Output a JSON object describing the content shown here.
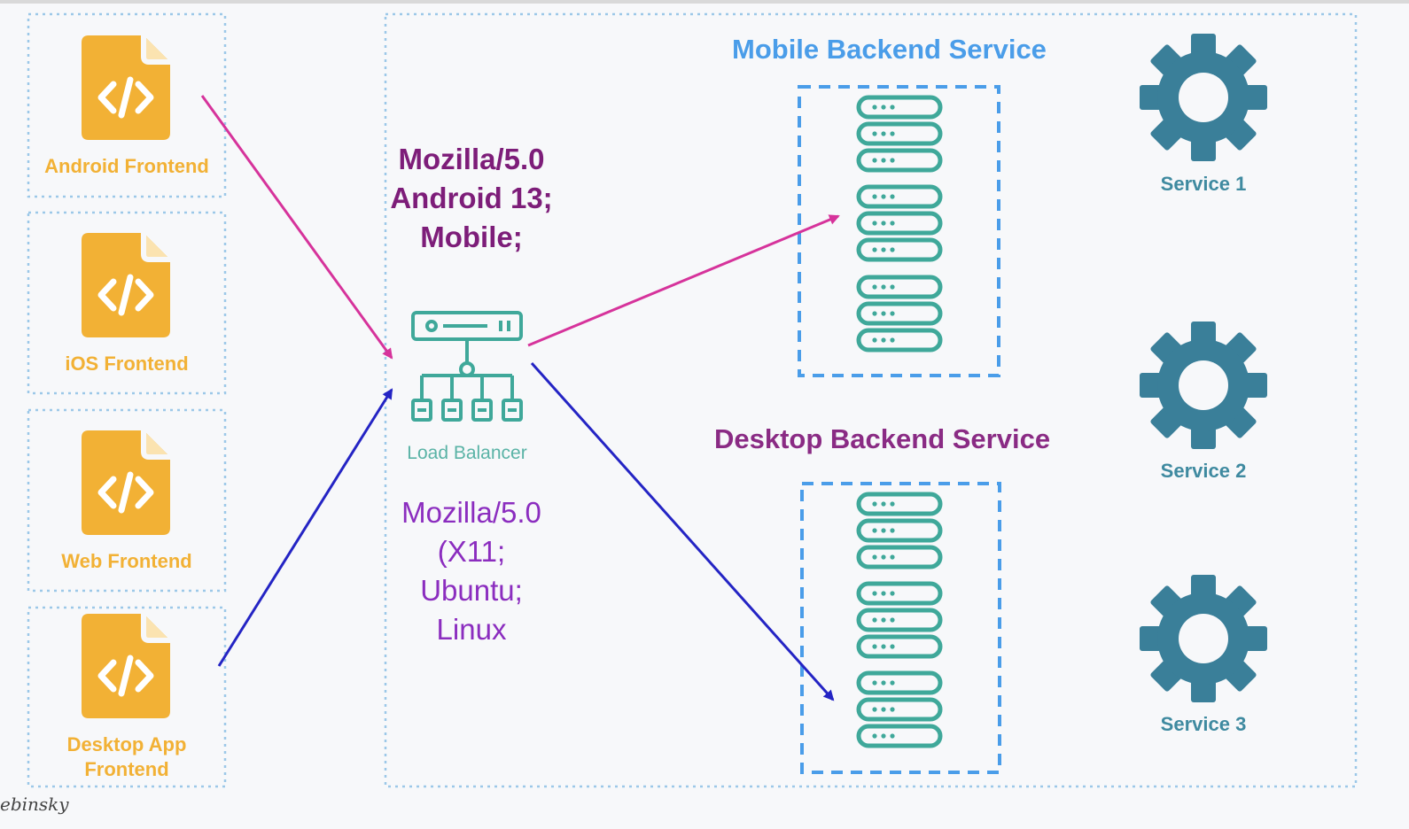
{
  "frontends": [
    {
      "id": "android",
      "label_lines": [
        "Android Frontend"
      ]
    },
    {
      "id": "ios",
      "label_lines": [
        "iOS Frontend"
      ]
    },
    {
      "id": "web",
      "label_lines": [
        "Web Frontend"
      ]
    },
    {
      "id": "desktop",
      "label_lines": [
        "Desktop App",
        "Frontend"
      ]
    }
  ],
  "load_balancer": {
    "label": "Load Balancer"
  },
  "mobile_user_agent": [
    "Mozilla/5.0",
    "Android 13;",
    "Mobile;"
  ],
  "desktop_user_agent": [
    "Mozilla/5.0",
    "(X11;",
    "Ubuntu;",
    "Linux"
  ],
  "mobile_backend": {
    "title": "Mobile Backend Service"
  },
  "desktop_backend": {
    "title": "Desktop Backend Service"
  },
  "services": [
    {
      "label": "Service 1"
    },
    {
      "label": "Service 2"
    },
    {
      "label": "Service 3"
    }
  ],
  "watermark": "ebinsky",
  "colors": {
    "frontend_icon": "#f2b135",
    "server": "#3fa89a",
    "gear": "#3a7f99",
    "mobile_arrow": "#d6339b",
    "desktop_arrow": "#2424c4",
    "box_border_light": "#9cc8e8",
    "box_border_backend": "#4a9de9"
  }
}
